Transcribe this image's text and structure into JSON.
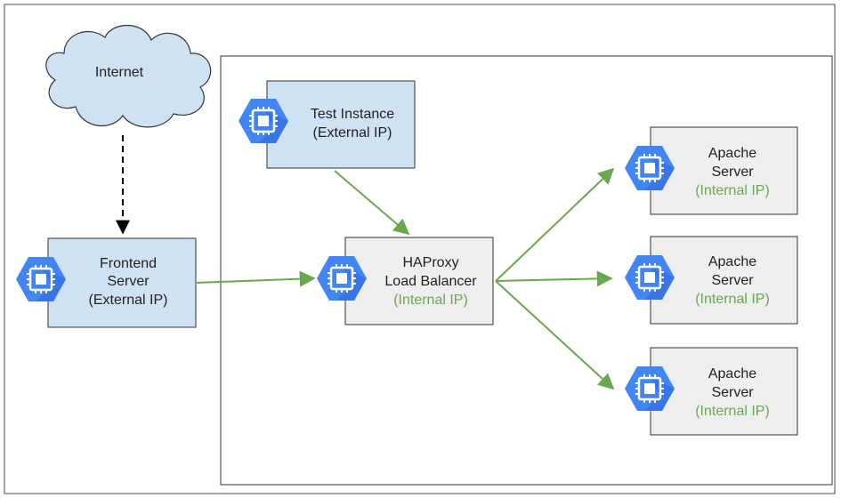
{
  "internet": {
    "label": "Internet"
  },
  "frontend": {
    "line1": "Frontend",
    "line2": "Server",
    "line3": "(External IP)"
  },
  "test_instance": {
    "line1": "Test Instance",
    "line2": "(External IP)"
  },
  "haproxy": {
    "line1": "HAProxy",
    "line2": "Load Balancer",
    "line3": "(Internal IP)"
  },
  "apache_servers": [
    {
      "line1": "Apache",
      "line2": "Server",
      "line3": "(Internal IP)"
    },
    {
      "line1": "Apache",
      "line2": "Server",
      "line3": "(Internal IP)"
    },
    {
      "line1": "Apache",
      "line2": "Server",
      "line3": "(Internal IP)"
    }
  ],
  "colors": {
    "external_node_fill": "#cfe2f3",
    "internal_node_fill": "#eeeeee",
    "hexagon_blue": "#4285f4",
    "hexagon_shadow": "#3367d6",
    "cloud_fill": "#cfe2f3",
    "arrow_green": "#6aa84f",
    "internal_ip_text": "#6aa84f"
  },
  "icons": {
    "compute_engine": "hexagon-chip-icon",
    "cloud": "cloud-icon"
  }
}
